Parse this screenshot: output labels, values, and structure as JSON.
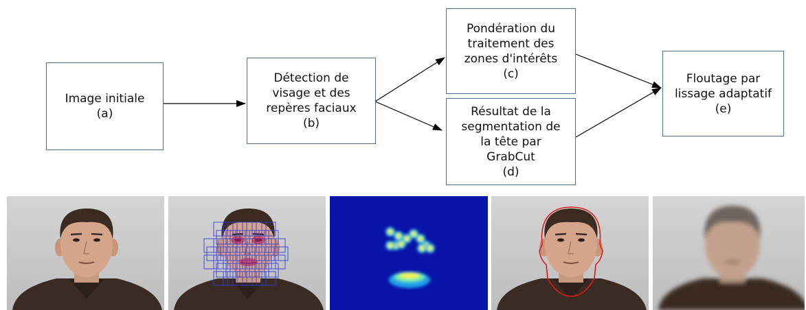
{
  "flowchart": {
    "nodes": [
      {
        "id": "a",
        "lines": [
          "Image initiale",
          "(a)"
        ]
      },
      {
        "id": "b",
        "lines": [
          "Détection de",
          "visage et des",
          "repères faciaux",
          "(b)"
        ]
      },
      {
        "id": "c",
        "lines": [
          "Pondération du",
          "traitement des",
          "zones d'intérêts",
          "(c)"
        ]
      },
      {
        "id": "d",
        "lines": [
          "Résultat de la",
          "segmentation de",
          "la tête par",
          "GrabCut",
          "(d)"
        ]
      },
      {
        "id": "e",
        "lines": [
          "Floutage par",
          "lissage adaptatif",
          "(e)"
        ]
      }
    ],
    "edges": [
      {
        "from": "a",
        "to": "b"
      },
      {
        "from": "b",
        "to": "c"
      },
      {
        "from": "b",
        "to": "d"
      },
      {
        "from": "c",
        "to": "e"
      },
      {
        "from": "d",
        "to": "e"
      }
    ]
  },
  "image_strip": {
    "panels": [
      {
        "step": "a",
        "depicts": "original portrait"
      },
      {
        "step": "b",
        "depicts": "portrait with facial landmark grid"
      },
      {
        "step": "c",
        "depicts": "interest zone weight map"
      },
      {
        "step": "d",
        "depicts": "portrait with GrabCut head outline"
      },
      {
        "step": "e",
        "depicts": "blurred portrait"
      }
    ]
  },
  "colors": {
    "box_border": "#4a6f94",
    "arrow": "#000000",
    "background_gray": "#c9c9c9",
    "skin": "#d4a58a",
    "hair": "#3b2b22",
    "uniform": "#3a2c24",
    "landmark_grid": "#3a3ad8",
    "map_background": "#0a14a8",
    "segmentation_outline": "#e01818"
  }
}
